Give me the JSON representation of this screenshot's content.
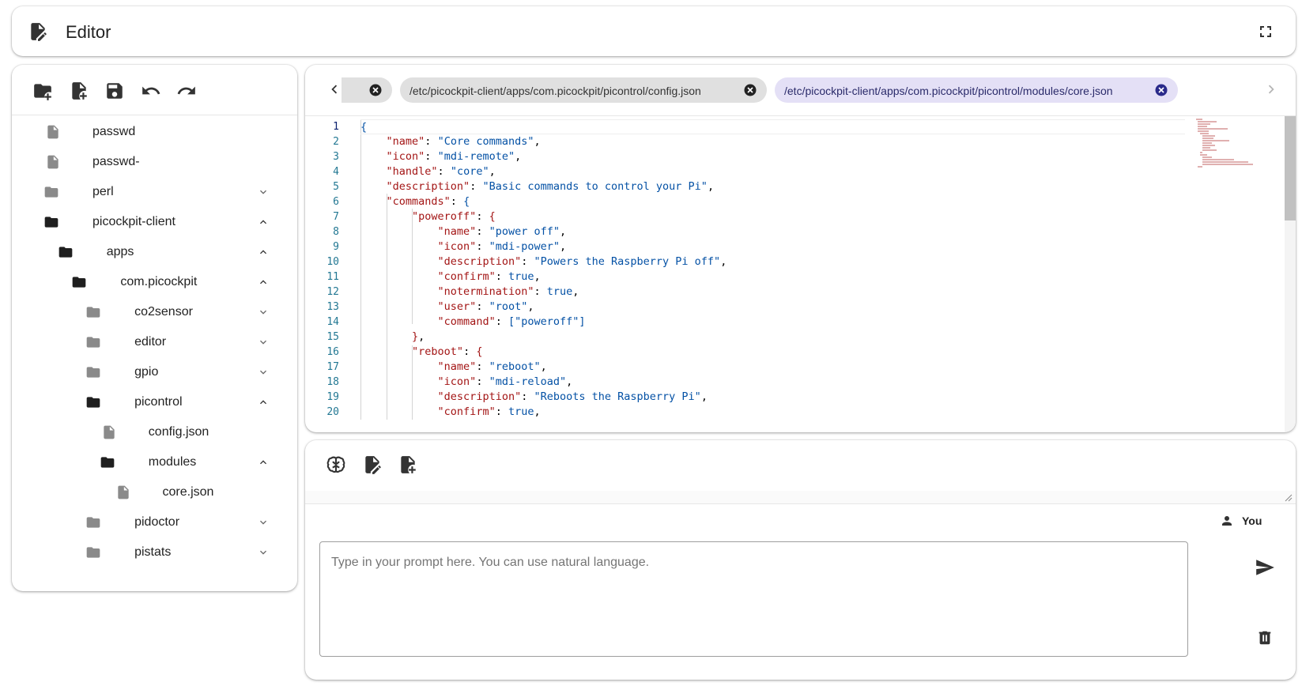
{
  "header": {
    "title": "Editor"
  },
  "tree": {
    "items": [
      {
        "label": "passwd",
        "type": "file",
        "depth": 0,
        "expanded": null
      },
      {
        "label": "passwd-",
        "type": "file",
        "depth": 0,
        "expanded": null
      },
      {
        "label": "perl",
        "type": "folder",
        "depth": 0,
        "expanded": false
      },
      {
        "label": "picockpit-client",
        "type": "folder",
        "depth": 0,
        "expanded": true
      },
      {
        "label": "apps",
        "type": "folder",
        "depth": 1,
        "expanded": true
      },
      {
        "label": "com.picockpit",
        "type": "folder",
        "depth": 2,
        "expanded": true
      },
      {
        "label": "co2sensor",
        "type": "folder",
        "depth": 3,
        "expanded": false
      },
      {
        "label": "editor",
        "type": "folder",
        "depth": 3,
        "expanded": false
      },
      {
        "label": "gpio",
        "type": "folder",
        "depth": 3,
        "expanded": false
      },
      {
        "label": "picontrol",
        "type": "folder",
        "depth": 3,
        "expanded": true
      },
      {
        "label": "config.json",
        "type": "file",
        "depth": 4,
        "expanded": null
      },
      {
        "label": "modules",
        "type": "folder",
        "depth": 4,
        "expanded": true
      },
      {
        "label": "core.json",
        "type": "file",
        "depth": 5,
        "expanded": null
      },
      {
        "label": "pidoctor",
        "type": "folder",
        "depth": 3,
        "expanded": false
      },
      {
        "label": "pistats",
        "type": "folder",
        "depth": 3,
        "expanded": false
      }
    ]
  },
  "tabs": [
    {
      "label": "",
      "active": false
    },
    {
      "label": "/etc/picockpit-client/apps/com.picockpit/picontrol/config.json",
      "active": false
    },
    {
      "label": "/etc/picockpit-client/apps/com.picockpit/picontrol/modules/core.json",
      "active": true
    }
  ],
  "code": {
    "line_numbers": [
      "1",
      "2",
      "3",
      "4",
      "5",
      "6",
      "7",
      "8",
      "9",
      "10",
      "11",
      "12",
      "13",
      "14",
      "15",
      "16",
      "17",
      "18",
      "19",
      "20"
    ],
    "lines": [
      [
        {
          "t": "{",
          "c": "b"
        }
      ],
      [
        {
          "t": "    "
        },
        {
          "t": "\"name\"",
          "c": "k"
        },
        {
          "t": ": "
        },
        {
          "t": "\"Core commands\"",
          "c": "s"
        },
        {
          "t": ","
        }
      ],
      [
        {
          "t": "    "
        },
        {
          "t": "\"icon\"",
          "c": "k"
        },
        {
          "t": ": "
        },
        {
          "t": "\"mdi-remote\"",
          "c": "s"
        },
        {
          "t": ","
        }
      ],
      [
        {
          "t": "    "
        },
        {
          "t": "\"handle\"",
          "c": "k"
        },
        {
          "t": ": "
        },
        {
          "t": "\"core\"",
          "c": "s"
        },
        {
          "t": ","
        }
      ],
      [
        {
          "t": "    "
        },
        {
          "t": "\"description\"",
          "c": "k"
        },
        {
          "t": ": "
        },
        {
          "t": "\"Basic commands to control your Pi\"",
          "c": "s"
        },
        {
          "t": ","
        }
      ],
      [
        {
          "t": "    "
        },
        {
          "t": "\"commands\"",
          "c": "k"
        },
        {
          "t": ": "
        },
        {
          "t": "{",
          "c": "b"
        }
      ],
      [
        {
          "t": "        "
        },
        {
          "t": "\"poweroff\"",
          "c": "k"
        },
        {
          "t": ": "
        },
        {
          "t": "{",
          "c": "k"
        }
      ],
      [
        {
          "t": "            "
        },
        {
          "t": "\"name\"",
          "c": "k"
        },
        {
          "t": ": "
        },
        {
          "t": "\"power off\"",
          "c": "s"
        },
        {
          "t": ","
        }
      ],
      [
        {
          "t": "            "
        },
        {
          "t": "\"icon\"",
          "c": "k"
        },
        {
          "t": ": "
        },
        {
          "t": "\"mdi-power\"",
          "c": "s"
        },
        {
          "t": ","
        }
      ],
      [
        {
          "t": "            "
        },
        {
          "t": "\"description\"",
          "c": "k"
        },
        {
          "t": ": "
        },
        {
          "t": "\"Powers the Raspberry Pi off\"",
          "c": "s"
        },
        {
          "t": ","
        }
      ],
      [
        {
          "t": "            "
        },
        {
          "t": "\"confirm\"",
          "c": "k"
        },
        {
          "t": ": "
        },
        {
          "t": "true",
          "c": "s"
        },
        {
          "t": ","
        }
      ],
      [
        {
          "t": "            "
        },
        {
          "t": "\"notermination\"",
          "c": "k"
        },
        {
          "t": ": "
        },
        {
          "t": "true",
          "c": "s"
        },
        {
          "t": ","
        }
      ],
      [
        {
          "t": "            "
        },
        {
          "t": "\"user\"",
          "c": "k"
        },
        {
          "t": ": "
        },
        {
          "t": "\"root\"",
          "c": "s"
        },
        {
          "t": ","
        }
      ],
      [
        {
          "t": "            "
        },
        {
          "t": "\"command\"",
          "c": "k"
        },
        {
          "t": ": "
        },
        {
          "t": "[",
          "c": "s"
        },
        {
          "t": "\"poweroff\"",
          "c": "s"
        },
        {
          "t": "]",
          "c": "s"
        }
      ],
      [
        {
          "t": "        "
        },
        {
          "t": "}",
          "c": "k"
        },
        {
          "t": ","
        }
      ],
      [
        {
          "t": "        "
        },
        {
          "t": "\"reboot\"",
          "c": "k"
        },
        {
          "t": ": "
        },
        {
          "t": "{",
          "c": "k"
        }
      ],
      [
        {
          "t": "            "
        },
        {
          "t": "\"name\"",
          "c": "k"
        },
        {
          "t": ": "
        },
        {
          "t": "\"reboot\"",
          "c": "s"
        },
        {
          "t": ","
        }
      ],
      [
        {
          "t": "            "
        },
        {
          "t": "\"icon\"",
          "c": "k"
        },
        {
          "t": ": "
        },
        {
          "t": "\"mdi-reload\"",
          "c": "s"
        },
        {
          "t": ","
        }
      ],
      [
        {
          "t": "            "
        },
        {
          "t": "\"description\"",
          "c": "k"
        },
        {
          "t": ": "
        },
        {
          "t": "\"Reboots the Raspberry Pi\"",
          "c": "s"
        },
        {
          "t": ","
        }
      ],
      [
        {
          "t": "            "
        },
        {
          "t": "\"confirm\"",
          "c": "k"
        },
        {
          "t": ": "
        },
        {
          "t": "true",
          "c": "s"
        },
        {
          "t": ","
        }
      ]
    ]
  },
  "chat": {
    "author": "You",
    "prompt_placeholder": "Type in your prompt here. You can use natural language.",
    "prompt_value": ""
  },
  "icons": {
    "header": "file-edit-icon",
    "fullscreen": "fullscreen-icon",
    "new_folder": "folder-plus-icon",
    "new_file": "file-plus-icon",
    "save": "save-icon",
    "undo": "undo-icon",
    "redo": "redo-icon",
    "ai": "brain-icon",
    "ai_edit": "file-edit-icon",
    "ai_new_file": "file-plus-icon",
    "user": "account-icon",
    "send": "send-icon",
    "trash": "trash-icon"
  },
  "colors": {
    "active_tab": "#e4e0f6",
    "tab": "#e0e0e0",
    "json_key": "#a31515",
    "json_value": "#0451a5",
    "line_number": "#237893"
  }
}
